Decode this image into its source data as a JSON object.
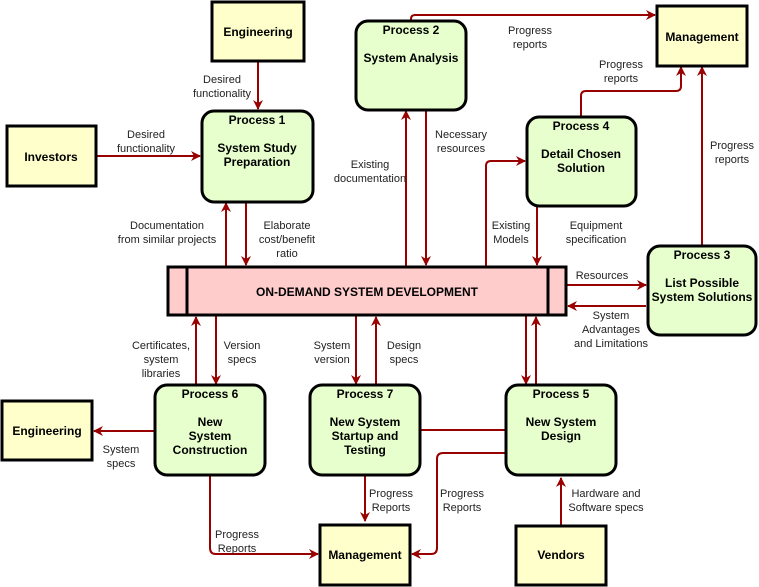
{
  "colors": {
    "external_entity_fill": "#ffffcc",
    "process_fill": "#e6ffcc",
    "datastore_fill": "#ffcccc",
    "arrow": "#990000",
    "border": "#000000"
  },
  "datastore": {
    "label": "ON-DEMAND SYSTEM DEVELOPMENT"
  },
  "entities": {
    "engineering_top": {
      "label": "Engineering"
    },
    "investors": {
      "label": "Investors"
    },
    "management_top": {
      "label": "Management"
    },
    "engineering_left": {
      "label": "Engineering"
    },
    "management_bottom": {
      "label": "Management"
    },
    "vendors": {
      "label": "Vendors"
    }
  },
  "processes": {
    "p1": {
      "number": "Process 1",
      "name_lines": [
        "System Study",
        "Preparation"
      ]
    },
    "p2": {
      "number": "Process 2",
      "name_lines": [
        "System Analysis"
      ]
    },
    "p3": {
      "number": "Process 3",
      "name_lines": [
        "List Possible",
        "System Solutions"
      ]
    },
    "p4": {
      "number": "Process 4",
      "name_lines": [
        "Detail Chosen",
        "Solution"
      ]
    },
    "p5": {
      "number": "Process 5",
      "name_lines": [
        "New System",
        "Design"
      ]
    },
    "p6": {
      "number": "Process 6",
      "name_lines": [
        "New",
        "System",
        "Construction"
      ]
    },
    "p7": {
      "number": "Process 7",
      "name_lines": [
        "New System",
        "Startup and",
        "Testing"
      ]
    }
  },
  "flows": {
    "eng_to_p1": [
      "Desired",
      "functionality"
    ],
    "inv_to_p1": [
      "Desired",
      "functionality"
    ],
    "p2_to_mgmt": [
      "Progress",
      "reports"
    ],
    "p4_to_mgmt": [
      "Progress",
      "reports"
    ],
    "p3_to_mgmt": [
      "Progress",
      "reports"
    ],
    "ds_to_p2": [
      "Existing",
      "documentation"
    ],
    "p2_to_ds": [
      "Necessary",
      "resources"
    ],
    "ds_to_p1": [
      "Documentation",
      "from similar projects"
    ],
    "p1_to_ds": [
      "Elaborate",
      "cost/benefit",
      "ratio"
    ],
    "ds_to_p4": [
      "Existing",
      "Models"
    ],
    "p4_to_ds": [
      "Equipment",
      "specification"
    ],
    "ds_to_p3": [
      "Resources"
    ],
    "p3_to_ds": [
      "System",
      "Advantages",
      "and Limitations"
    ],
    "p6_to_ds": [
      "Certificates,",
      "system",
      "libraries"
    ],
    "ds_to_p6": [
      "Version",
      "specs"
    ],
    "ds_to_p7": [
      "System",
      "version"
    ],
    "p7_to_ds": [
      "Design",
      "specs"
    ],
    "p6_to_eng": [
      "System",
      "specs"
    ],
    "p6_to_mgmt": [
      "Progress",
      "Reports"
    ],
    "p7_to_mgmt": [
      "Progress",
      "Reports"
    ],
    "p5_to_mgmt": [
      "Progress",
      "Reports"
    ],
    "vendors_to_p5": [
      "Hardware and",
      "Software specs"
    ]
  }
}
